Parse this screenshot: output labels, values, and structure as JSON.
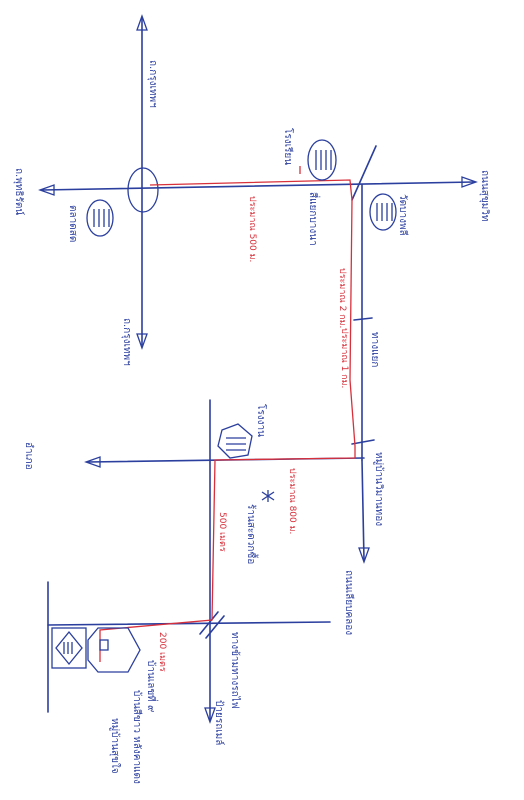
{
  "colors": {
    "ink": "#2b3f9e",
    "route": "#d8303b",
    "paper": "#ffffff"
  },
  "labels": {
    "north": "ถ.กรุงเทพฯ",
    "west": "ถ.พุทธิรัตน์",
    "south": "ถ.กรุงเทพฯ",
    "east": "ถนนสุขุมวิท",
    "school": "โรงเรียน",
    "temple": "วัดบางพลี",
    "market": "ตลาดสด",
    "junction1": "สี่แยกบางนา",
    "junction2": "ทางแยก",
    "factory": "โรงงาน",
    "office": "อำเภอ",
    "village": "หมู่บ้านวิมานทอง",
    "road_left": "ถนนเลียบคลอง",
    "crossing": "ทางข้ามทางรถไฟ",
    "home": "บ้านเลขที่ ๙",
    "bus_stop": "ป้ายรถเมล์",
    "landmark": "ร้านสะดวกซื้อ",
    "house_desc": "บ้านสีขาว หลังคาแดง",
    "village_name": "หมู่บ้านสุขใจ"
  },
  "distances": {
    "d1": "ประมาณ 2 กม.",
    "d2": "ประมาณ 500 ม.",
    "d3": "ประมาณ 1 กม.",
    "d4": "ประมาณ 800 ม.",
    "d5": "500 เมตร",
    "d6": "200 เมตร"
  }
}
